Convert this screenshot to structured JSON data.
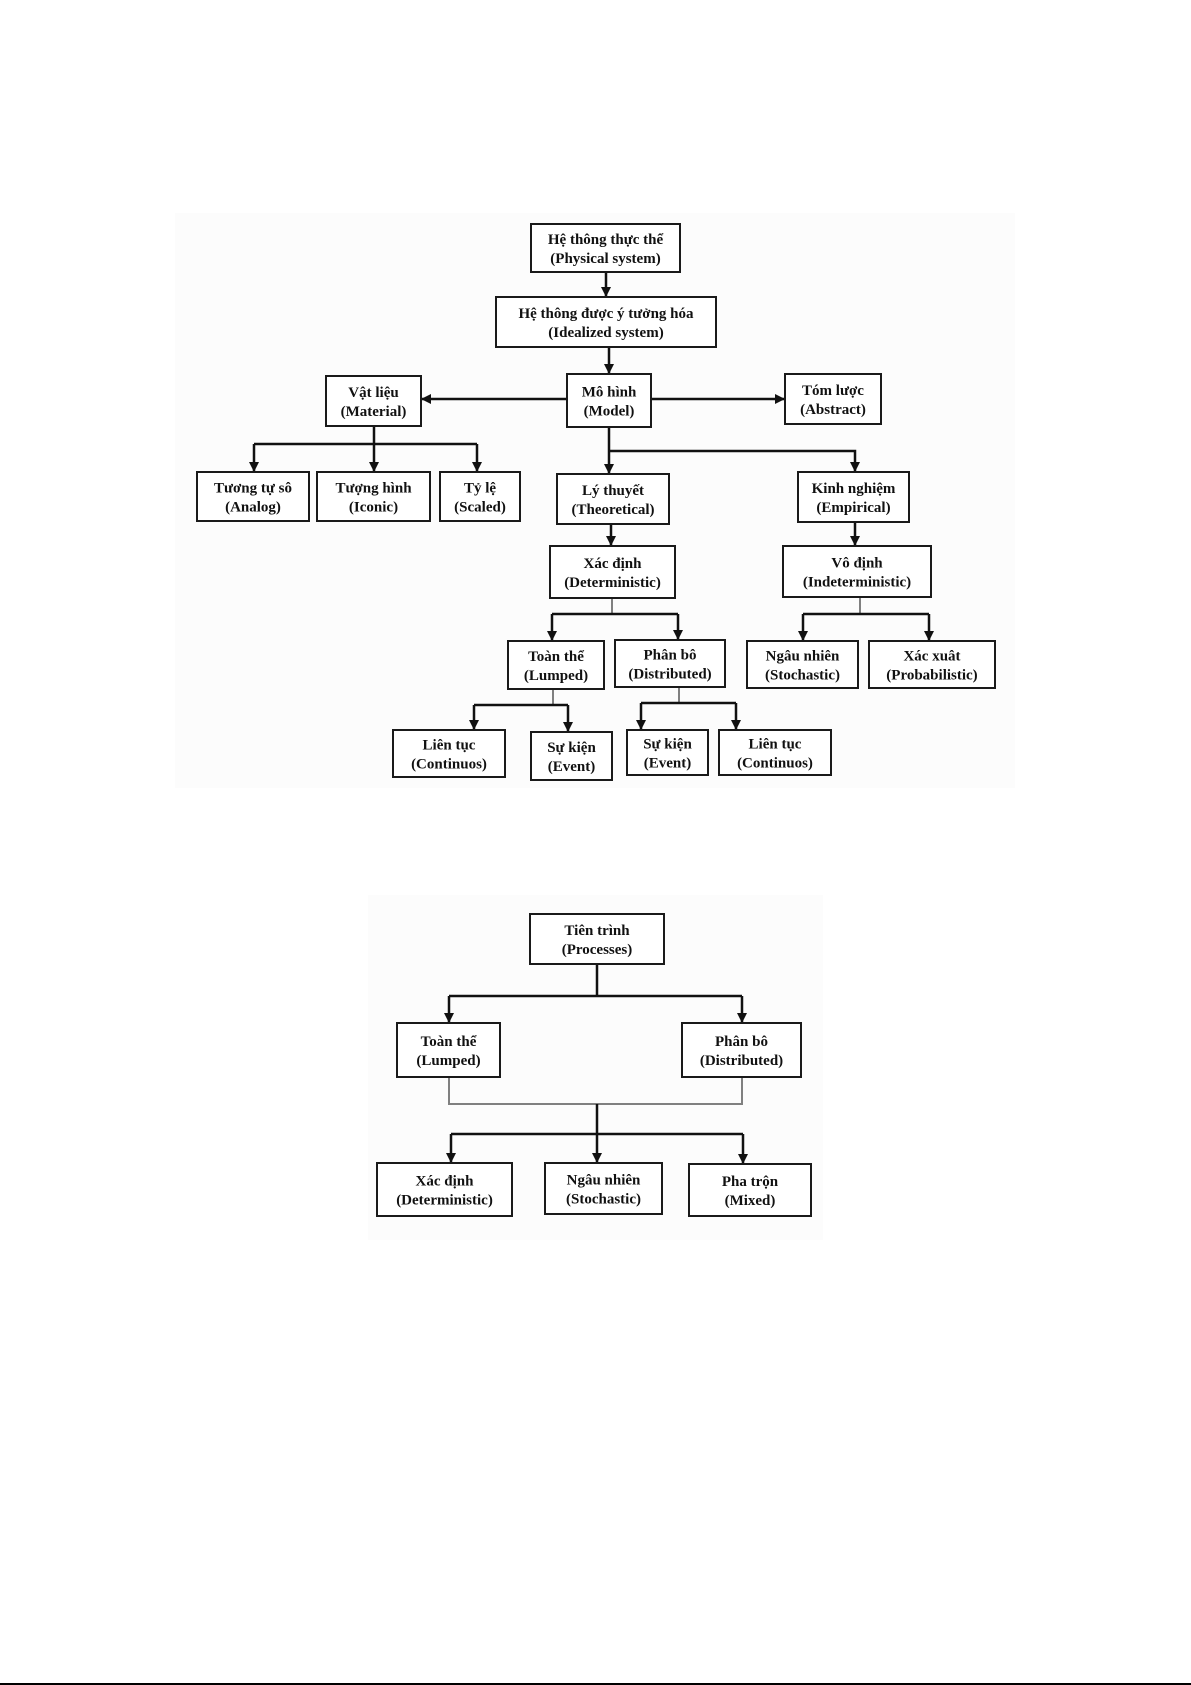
{
  "diagrams": [
    {
      "id": "model-classification",
      "nodes": {
        "physical": {
          "vi": "Hệ thông thực thể",
          "en": "(Physical system)"
        },
        "idealized": {
          "vi": "Hệ thông được ý tưởng hóa",
          "en": "(Idealized system)"
        },
        "model": {
          "vi": "Mô hình",
          "en": "(Model)"
        },
        "material": {
          "vi": "Vật liệu",
          "en": "(Material)"
        },
        "abstract": {
          "vi": "Tóm lược",
          "en": "(Abstract)"
        },
        "analog": {
          "vi": "Tương tự sô",
          "en": "(Analog)"
        },
        "iconic": {
          "vi": "Tượng hình",
          "en": "(Iconic)"
        },
        "scaled": {
          "vi": "Tỷ lệ",
          "en": "(Scaled)"
        },
        "theoretical": {
          "vi": "Lý thuyết",
          "en": "(Theoretical)"
        },
        "empirical": {
          "vi": "Kinh nghiệm",
          "en": "(Empirical)"
        },
        "deterministic": {
          "vi": "Xác định",
          "en": "(Deterministic)"
        },
        "indeterministic": {
          "vi": "Vô định",
          "en": "(Indeterministic)"
        },
        "lumped": {
          "vi": "Toàn thể",
          "en": "(Lumped)"
        },
        "distributed": {
          "vi": "Phân bô",
          "en": "(Distributed)"
        },
        "stochastic": {
          "vi": "Ngâu nhiên",
          "en": "(Stochastic)"
        },
        "probabilistic": {
          "vi": "Xác xuât",
          "en": "(Probabilistic)"
        },
        "lumped_continuous": {
          "vi": "Liên tục",
          "en": "(Continuos)"
        },
        "lumped_event": {
          "vi": "Sự kiện",
          "en": "(Event)"
        },
        "distributed_event": {
          "vi": "Sự kiện",
          "en": "(Event)"
        },
        "distributed_continuous": {
          "vi": "Liên tục",
          "en": "(Continuos)"
        }
      },
      "edges": [
        [
          "physical",
          "idealized"
        ],
        [
          "idealized",
          "model"
        ],
        [
          "model",
          "material"
        ],
        [
          "model",
          "abstract"
        ],
        [
          "material",
          "analog"
        ],
        [
          "material",
          "iconic"
        ],
        [
          "material",
          "scaled"
        ],
        [
          "model",
          "theoretical"
        ],
        [
          "model",
          "empirical"
        ],
        [
          "theoretical",
          "deterministic"
        ],
        [
          "empirical",
          "indeterministic"
        ],
        [
          "deterministic",
          "lumped"
        ],
        [
          "deterministic",
          "distributed"
        ],
        [
          "indeterministic",
          "stochastic"
        ],
        [
          "indeterministic",
          "probabilistic"
        ],
        [
          "lumped",
          "lumped_continuous"
        ],
        [
          "lumped",
          "lumped_event"
        ],
        [
          "distributed",
          "distributed_event"
        ],
        [
          "distributed",
          "distributed_continuous"
        ]
      ]
    },
    {
      "id": "process-classification",
      "nodes": {
        "processes": {
          "vi": "Tiên trình",
          "en": "(Processes)"
        },
        "lumped": {
          "vi": "Toàn thể",
          "en": "(Lumped)"
        },
        "distributed": {
          "vi": "Phân bô",
          "en": "(Distributed)"
        },
        "deterministic": {
          "vi": "Xác định",
          "en": "(Deterministic)"
        },
        "stochastic": {
          "vi": "Ngâu nhiên",
          "en": "(Stochastic)"
        },
        "mixed": {
          "vi": "Pha trộn",
          "en": "(Mixed)"
        }
      },
      "edges": [
        [
          "processes",
          "lumped"
        ],
        [
          "processes",
          "distributed"
        ],
        [
          "lumped",
          "deterministic"
        ],
        [
          "lumped",
          "stochastic"
        ],
        [
          "lumped",
          "mixed"
        ],
        [
          "distributed",
          "deterministic"
        ],
        [
          "distributed",
          "stochastic"
        ],
        [
          "distributed",
          "mixed"
        ]
      ]
    }
  ]
}
